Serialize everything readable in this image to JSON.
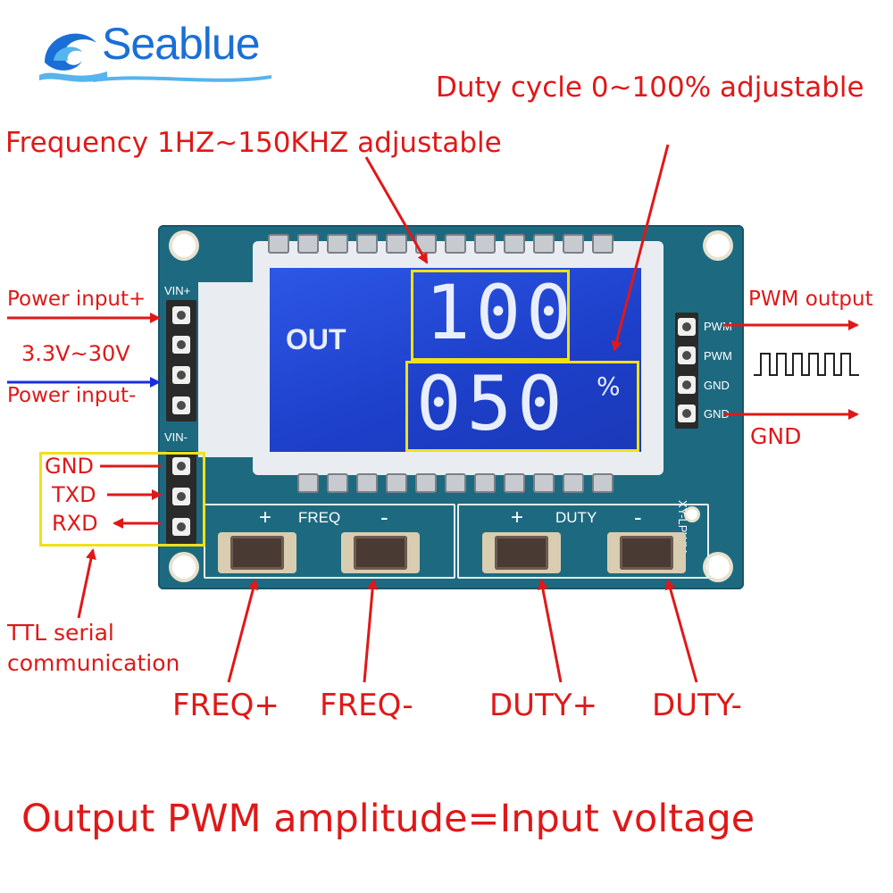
{
  "brand": {
    "name": "Seablue",
    "watermark": "Seablue"
  },
  "colors": {
    "annotation_red": "#e01818",
    "board_teal": "#1d6a80",
    "lcd_blue": "#2d57e6",
    "highlight_yellow": "#f1e01a",
    "brand_blue": "#1a6fd6"
  },
  "annotations": {
    "duty_cycle": "Duty cycle 0~100% adjustable",
    "frequency": "Frequency 1HZ~150KHZ adjustable",
    "power_input_plus": "Power input+",
    "voltage_range": "3.3V~30V",
    "power_input_minus": "Power input-",
    "pwm_output": "PWM output",
    "gnd_right": "GND",
    "serial_gnd": "GND",
    "serial_txd": "TXD",
    "serial_rxd": "RXD",
    "ttl_line1": "TTL serial",
    "ttl_line2": "communication",
    "btn_freq_plus": "FREQ+",
    "btn_freq_minus": "FREQ-",
    "btn_duty_plus": "DUTY+",
    "btn_duty_minus": "DUTY-",
    "footer": "Output PWM amplitude=Input voltage"
  },
  "board": {
    "model": "XY-LPWM",
    "vin_plus": "VIN+",
    "vin_minus": "VIN-",
    "freq_group": "FREQ",
    "duty_group": "DUTY",
    "plus_sign": "+",
    "minus_sign": "-",
    "pin_labels": [
      "PWM",
      "PWM",
      "GND",
      "GND"
    ]
  },
  "lcd": {
    "out_label": "OUT",
    "frequency_value": "100",
    "duty_value": "050",
    "duty_unit": "%"
  }
}
